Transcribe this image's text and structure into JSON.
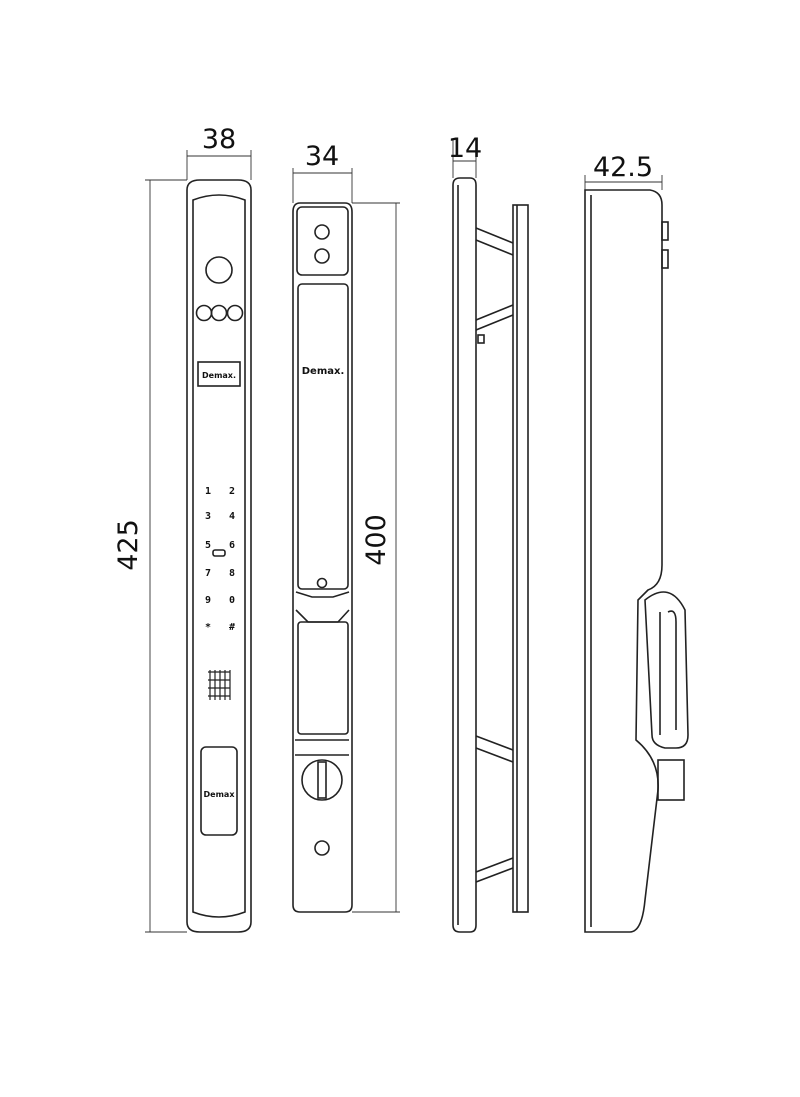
{
  "dimensions": {
    "front_width": "38",
    "back_width": "34",
    "side_thickness": "14",
    "side_depth": "42.5",
    "front_height": "425",
    "back_height": "400"
  },
  "keypad": [
    "1",
    "2",
    "3",
    "4",
    "5",
    "6",
    "7",
    "8",
    "9",
    "0",
    "*",
    "#"
  ],
  "brand": {
    "front_logo": "Demax.",
    "back_logo": "Demax.",
    "handle_logo": "Demax"
  },
  "line_color": "#222222"
}
